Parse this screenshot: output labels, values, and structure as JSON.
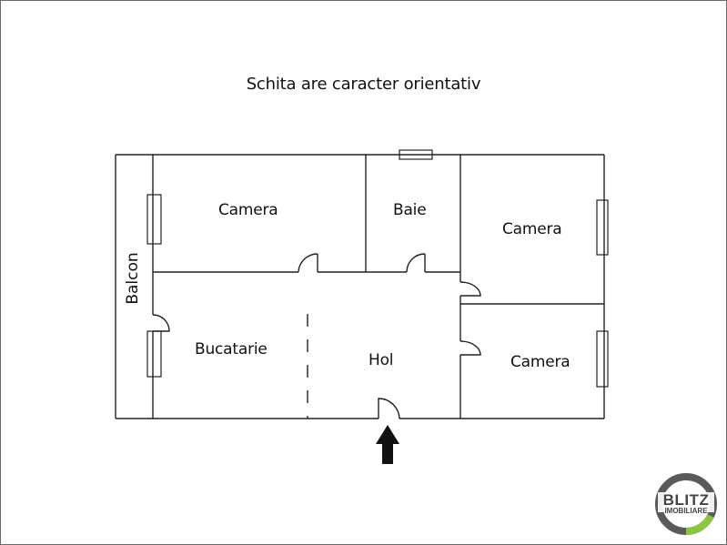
{
  "header": {
    "note": "Schita are caracter orientativ"
  },
  "rooms": [
    {
      "id": "camera-1",
      "label": "Camera"
    },
    {
      "id": "baie",
      "label": "Baie"
    },
    {
      "id": "camera-2",
      "label": "Camera"
    },
    {
      "id": "balcon",
      "label": "Balcon"
    },
    {
      "id": "bucatarie",
      "label": "Bucatarie"
    },
    {
      "id": "hol",
      "label": "Hol"
    },
    {
      "id": "camera-3",
      "label": "Camera"
    }
  ],
  "entrance": {
    "icon": "entrance-arrow-icon"
  },
  "logo": {
    "line1": "BLITZ",
    "line2": "IMOBILIARE",
    "ring_color": "#555555",
    "accent_color": "#8cc63f"
  },
  "colors": {
    "wall": "#222222",
    "text": "#111111",
    "frame": "#6a6a6a"
  }
}
